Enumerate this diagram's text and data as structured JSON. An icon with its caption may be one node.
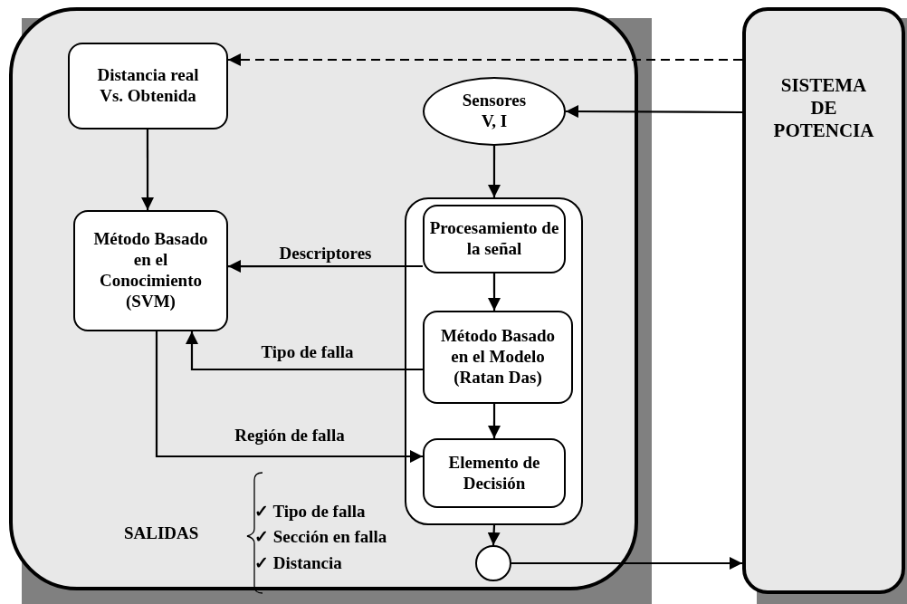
{
  "diagram": {
    "nodes": [
      {
        "text": [],
        "shape": "box"
      },
      {
        "text": [
          "Distancia real Vs. Obtenida"
        ],
        "in": 0
      },
      {
        "text": [
          "Sensores V, I"
        ],
        "in": 0
      },
      {
        "text": [
          "Método Basado en el Conocimiento (SVM)"
        ],
        "in": 0
      },
      {
        "text": [],
        "shape": "box",
        "in": 0
      },
      {
        "text": [
          "Procesamiento de la señal"
        ],
        "in": 4
      },
      {
        "text": [
          "Método Basado en el Modelo (Ratan Das)"
        ],
        "in": 4
      },
      {
        "text": [
          "Elemento de Decisión"
        ],
        "in": 4
      },
      {
        "text": [],
        "shape": "circle",
        "in": 0
      },
      {
        "text": [
          "SISTEMA DE POTENCIA"
        ]
      }
    ],
    "edges": [
      {
        "from": 9,
        "to": 1,
        "arrow": "to",
        "style": "dashed"
      },
      {
        "from": 9,
        "to": 2,
        "arrow": "to"
      },
      {
        "from": 2,
        "to": 4,
        "arrow": "to"
      },
      {
        "from": 1,
        "to": 3,
        "arrow": "to"
      },
      {
        "from": 5,
        "to": 3,
        "arrow": "to",
        "label": "Descriptores"
      },
      {
        "from": 5,
        "to": 6,
        "arrow": "to"
      },
      {
        "from": 6,
        "to": 3,
        "arrow": "to",
        "label": "Tipo de falla"
      },
      {
        "from": 6,
        "to": 7,
        "arrow": "to"
      },
      {
        "from": 3,
        "to": 7,
        "arrow": "to",
        "label": "Región de falla"
      },
      {
        "from": 4,
        "to": 8,
        "arrow": "to"
      },
      {
        "from": 8,
        "to": 9,
        "arrow": "to"
      }
    ],
    "labels": [
      "SALIDAS",
      "✓ Tipo de falla",
      "✓ Sección en falla",
      "✓ Distancia"
    ]
  }
}
